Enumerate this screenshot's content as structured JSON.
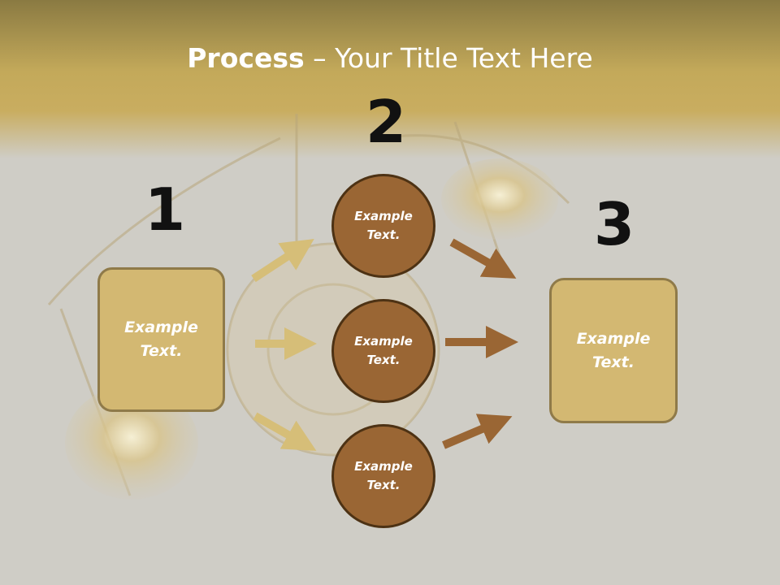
{
  "slide": {
    "title_bold": "Process",
    "title_rest": " – Your Title Text Here"
  },
  "steps": {
    "step1_number": "1",
    "step2_number": "2",
    "step3_number": "3"
  },
  "boxes": {
    "left_text": "Example\nText.",
    "right_text": "Example\nText."
  },
  "circles": [
    {
      "text": "Example\nText."
    },
    {
      "text": "Example\nText."
    },
    {
      "text": "Example\nText."
    }
  ],
  "colors": {
    "header_band": "#c3a95a",
    "box_fill": "#d3b872",
    "circle_fill": "#9a6634",
    "arrow_gold": "#d6be78",
    "arrow_brown": "#9a6634"
  }
}
